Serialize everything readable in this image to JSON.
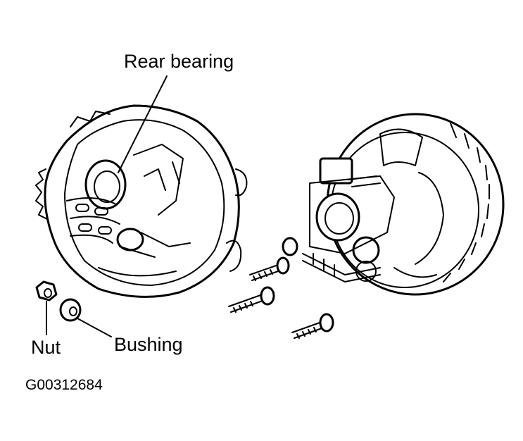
{
  "labels": {
    "rear_bearing": "Rear bearing",
    "nut": "Nut",
    "bushing": "Bushing",
    "figure_id": "G00312684"
  }
}
